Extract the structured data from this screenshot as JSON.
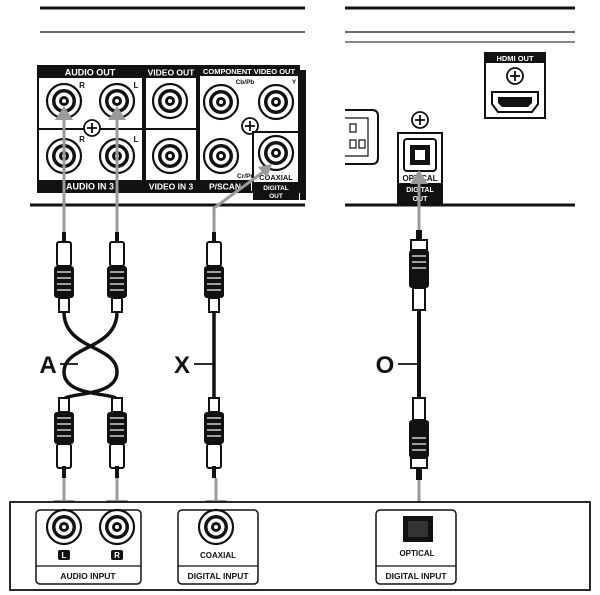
{
  "player": {
    "audio_out_header": "AUDIO OUT",
    "audio_in_footer": "AUDIO IN 3",
    "r": "R",
    "l": "L",
    "video_out_header": "VIDEO OUT",
    "video_in_footer": "VIDEO IN 3",
    "component_header": "COMPONENT VIDEO OUT",
    "cb_pb": "Cb/Pb",
    "y": "Y",
    "cr_pr": "Cr/Pr",
    "pscan": "P/SCAN",
    "coaxial": "COAXIAL",
    "digital": "DIGITAL",
    "out": "OUT",
    "hdmi_out": "HDMI OUT",
    "optical": "OPTICAL"
  },
  "cables": {
    "a": "A",
    "x": "X",
    "o": "O"
  },
  "amplifier": {
    "l_badge": "L",
    "r_badge": "R",
    "audio_input": "AUDIO INPUT",
    "coaxial": "COAXIAL",
    "digital_input_1": "DIGITAL INPUT",
    "optical": "OPTICAL",
    "digital_input_2": "DIGITAL INPUT"
  },
  "colors": {
    "ink": "#111111",
    "arrow": "#9a9a9a",
    "panel": "#ffffff"
  }
}
